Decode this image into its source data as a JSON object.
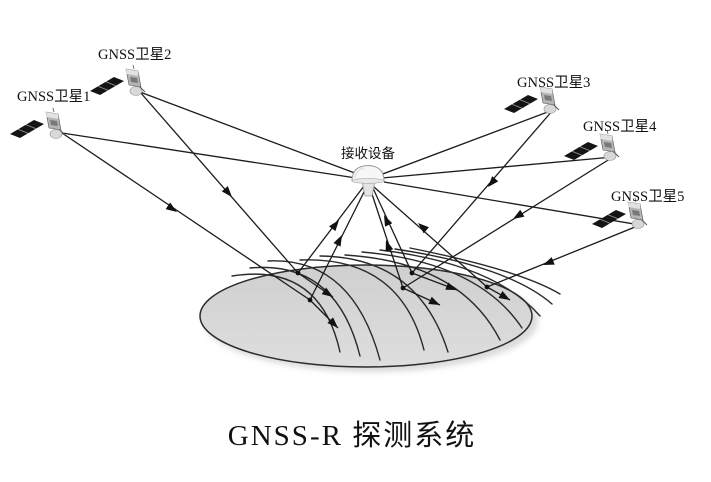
{
  "diagram": {
    "title": "GNSS-R 探测系统",
    "satellites": [
      {
        "label": "GNSS卫星1"
      },
      {
        "label": "GNSS卫星2"
      },
      {
        "label": "GNSS卫星3"
      },
      {
        "label": "GNSS卫星4"
      },
      {
        "label": "GNSS卫星5"
      }
    ],
    "receiver": {
      "label": "接收设备"
    },
    "elements": {
      "sea_surface": "ellipse with wave streamlines",
      "signal_paths": [
        "direct satellite-to-receiver rays",
        "incident rays to sea surface",
        "reflected rays from specular points to receiver",
        "forward scattered rays along surface"
      ]
    },
    "colors": {
      "background": "#ffffff",
      "ray": "#1c1c1c",
      "surface_fill": "#d6d6d6",
      "surface_stroke": "#2b2b2b",
      "text": "#111111"
    }
  }
}
